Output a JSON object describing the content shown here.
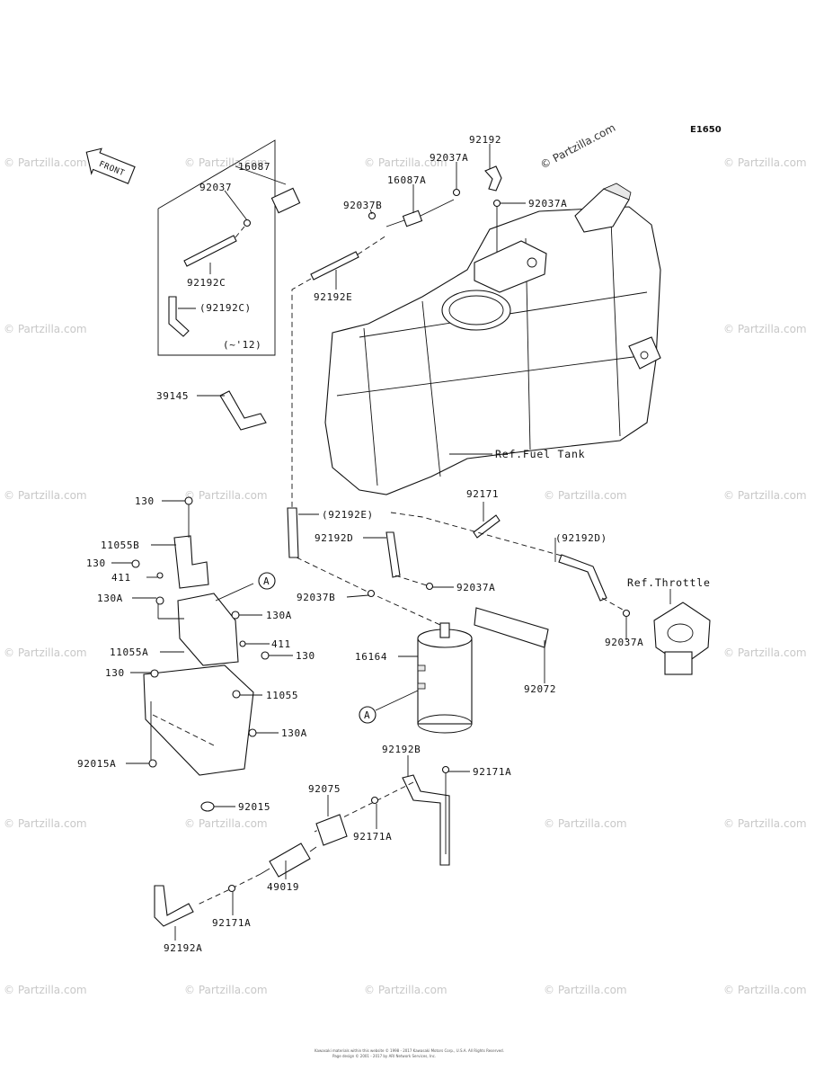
{
  "diagram_code": "E1650",
  "watermark_primary": "© Partzilla.com",
  "watermark_faint": "© Partzilla.com",
  "front_label": "FRONT",
  "range_note": "(~'12)",
  "footer_line1": "Kawasaki materials within this website © 1998 - 2017 Kawasaki Motors Corp., U.S.A. All Rights Reserved.",
  "footer_line2": "Page design © 2001 - 2017 by ARI Network Services, Inc.",
  "callout_marker": "A",
  "refs": {
    "fuel_tank": "Ref.Fuel Tank",
    "throttle": "Ref.Throttle"
  },
  "labels": {
    "l16087": "16087",
    "l92037": "92037",
    "l92192C": "92192C",
    "l92192Cp": "(92192C)",
    "l92192": "92192",
    "l92037A_top": "92037A",
    "l16087A": "16087A",
    "l92037B_top": "92037B",
    "l92037A_right": "92037A",
    "l92192E": "92192E",
    "l39145": "39145",
    "l92171": "92171",
    "l130_a": "130",
    "l92192Ep": "(92192E)",
    "l11055B": "11055B",
    "l92192D": "92192D",
    "l92192Dp": "(92192D)",
    "l130_b": "130",
    "l411_a": "411",
    "l92037A_mid": "92037A",
    "l130A_a": "130A",
    "l92037B_mid": "92037B",
    "l130A_b": "130A",
    "l92037A_thr": "92037A",
    "l11055A": "11055A",
    "l411_b": "411",
    "l130_c": "130",
    "l16164": "16164",
    "l130_d": "130",
    "l11055": "11055",
    "l92072": "92072",
    "l130A_c": "130A",
    "l92192B": "92192B",
    "l92015A": "92015A",
    "l92171A_a": "92171A",
    "l92075": "92075",
    "l92015": "92015",
    "l92171A_b": "92171A",
    "l49019": "49019",
    "l92171A_c": "92171A",
    "l92192A": "92192A"
  }
}
